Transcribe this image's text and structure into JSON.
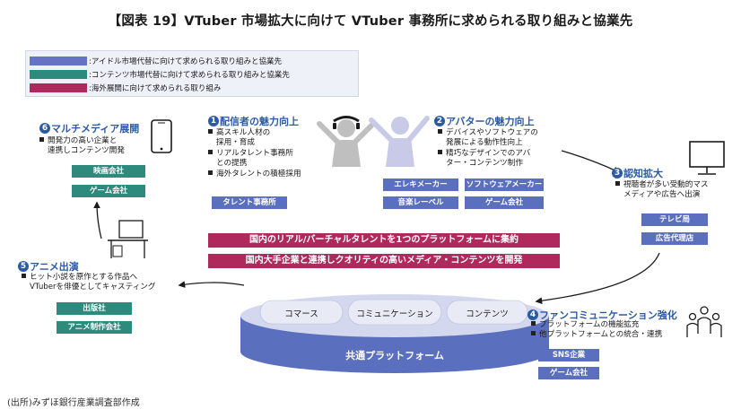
{
  "title": "【図表 19】VTuber 市場拡大に向けて VTuber 事務所に求められる取り組みと協業先",
  "legend": [
    {
      "text": ":アイドル市場代替に向けて求められる取り組みと協業先",
      "color": "#6673c4"
    },
    {
      "text": ":コンテンツ市場代替に向けて求められる取り組みと協業先",
      "color": "#2f8a7e"
    },
    {
      "text": ":海外展開に向けて求められる取り組み",
      "color": "#b0295c"
    }
  ],
  "sections": {
    "s1": {
      "num": "1",
      "title": "配信者の魅力向上",
      "bullets": [
        [
          "高スキル人材の",
          "採用・育成"
        ],
        [
          "リアルタレント事務所",
          "との提携"
        ],
        [
          "海外タレントの積極採用"
        ]
      ],
      "pills": [
        "タレント事務所"
      ]
    },
    "s2": {
      "num": "2",
      "title": "アバターの魅力向上",
      "bullets": [
        [
          "デバイスやソフトウェアの",
          "発展による動作性向上"
        ],
        [
          "精巧なデザインでのアバ",
          "ター・コンテンツ制作"
        ]
      ],
      "pills": [
        "エレキメーカー",
        "ソフトウェアメーカー",
        "音楽レーベル",
        "ゲーム会社"
      ]
    },
    "s3": {
      "num": "3",
      "title": "認知拡大",
      "bullets": [
        [
          "視聴者が多い受動的マス",
          "メディアや広告へ出演"
        ]
      ],
      "pills": [
        "テレビ局",
        "広告代理店"
      ]
    },
    "s4": {
      "num": "4",
      "title": "ファンコミュニケーション強化",
      "bullets": [
        [
          "プラットフォームの機能拡充"
        ],
        [
          "他プラットフォームとの統合・連携"
        ]
      ],
      "pills": [
        "SNS企業",
        "ゲーム会社"
      ]
    },
    "s5": {
      "num": "5",
      "title": "アニメ出演",
      "bullets": [
        [
          "ヒット小説を原作とする作品へ",
          "VTuberを俳優としてキャスティング"
        ]
      ],
      "pills": [
        "出版社",
        "アニメ制作会社"
      ]
    },
    "s6": {
      "num": "6",
      "title": "マルチメディア展開",
      "bullets": [
        [
          "開発力の高い企業と",
          "連携しコンテンツ開発"
        ]
      ],
      "pills": [
        "映画会社",
        "ゲーム会社"
      ]
    }
  },
  "bands": [
    "国内のリアル/バーチャルタレントを1つのプラットフォームに集約",
    "国内大手企業と連携しクオリティの高いメディア・コンテンツを開発"
  ],
  "platform": {
    "base": "共通プラットフォーム",
    "items": [
      "コマース",
      "コミュニケーション",
      "コンテンツ"
    ]
  },
  "source": "(出所)みずほ銀行産業調査部作成",
  "icons": [
    "smartphone-icon",
    "person-icon",
    "avatar-icon",
    "monitor-icon",
    "desk-icon",
    "people-icon"
  ]
}
